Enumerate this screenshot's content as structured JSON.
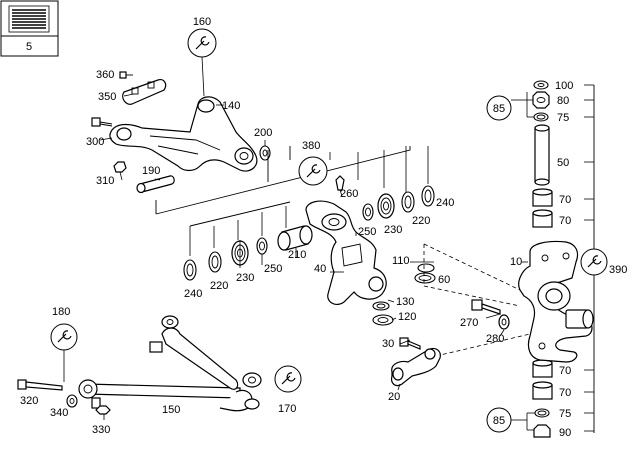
{
  "title_block": {
    "sheet": "5"
  },
  "part_numbers": {
    "p10": "10",
    "p20": "20",
    "p30": "30",
    "p40": "40",
    "p50": "50",
    "p60": "60",
    "p70a": "70",
    "p70b": "70",
    "p70c": "70",
    "p70d": "70",
    "p75a": "75",
    "p75b": "75",
    "p80": "80",
    "p85a": "85",
    "p85b": "85",
    "p90": "90",
    "p100": "100",
    "p110": "110",
    "p120": "120",
    "p130": "130",
    "p140": "140",
    "p150": "150",
    "p160": "160",
    "p170": "170",
    "p180": "180",
    "p190": "190",
    "p200": "200",
    "p210": "210",
    "p220a": "220",
    "p220b": "220",
    "p230a": "230",
    "p230b": "230",
    "p240a": "240",
    "p240b": "240",
    "p250a": "250",
    "p250b": "250",
    "p260": "260",
    "p270": "270",
    "p280": "280",
    "p300": "300",
    "p310": "310",
    "p320": "320",
    "p330": "330",
    "p340": "340",
    "p350": "350",
    "p360": "360",
    "p380": "380",
    "p390": "390"
  },
  "icons": {
    "tool_badge": "wrench-in-circle-icon",
    "title_block_symbol": "document-lines-icon"
  }
}
